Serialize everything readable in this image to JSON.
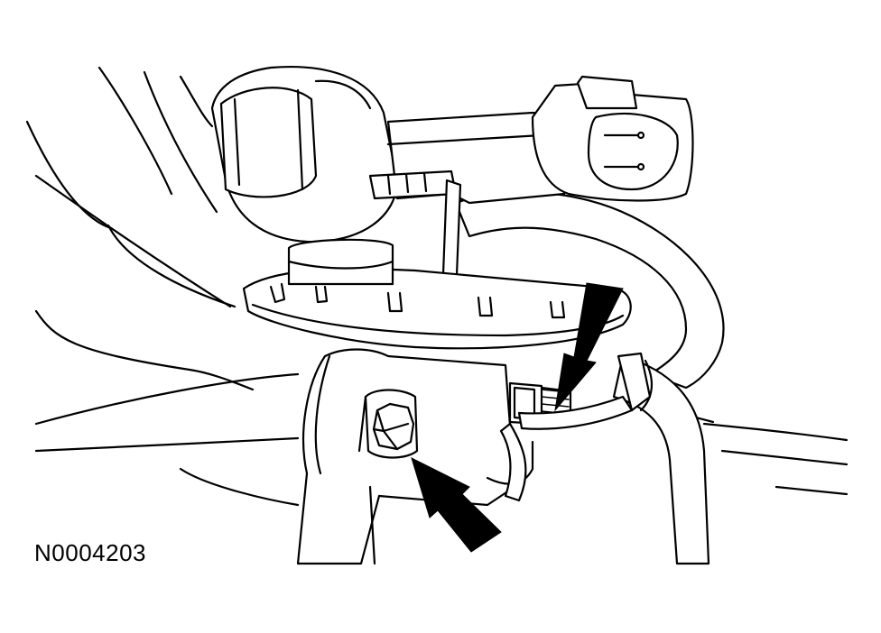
{
  "figure": {
    "id_label": "N0004203",
    "line_color": "#000000",
    "background": "#ffffff",
    "callouts": [
      "arrow-pointing-to-rear-bolt",
      "arrow-pointing-to-front-bolt"
    ]
  }
}
